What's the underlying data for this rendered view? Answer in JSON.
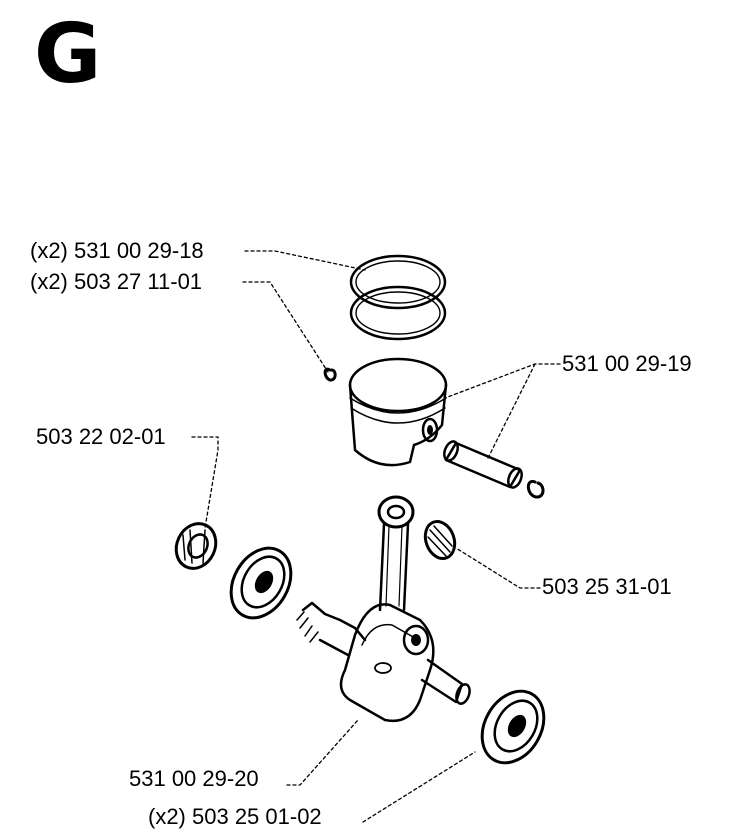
{
  "section": {
    "letter": "G"
  },
  "parts": {
    "piston_rings": "(x2) 531 00 29-18",
    "piston_circlips": "(x2) 503 27 11-01",
    "piston_assembly": "531 00 29-19",
    "needle_bearing_left": "503 22 02-01",
    "needle_bearing_right": "503 25 31-01",
    "crankshaft": "531 00 29-20",
    "main_bearings": "(x2) 503 25 01-02"
  },
  "colors": {
    "line": "#000000",
    "background": "#ffffff"
  }
}
